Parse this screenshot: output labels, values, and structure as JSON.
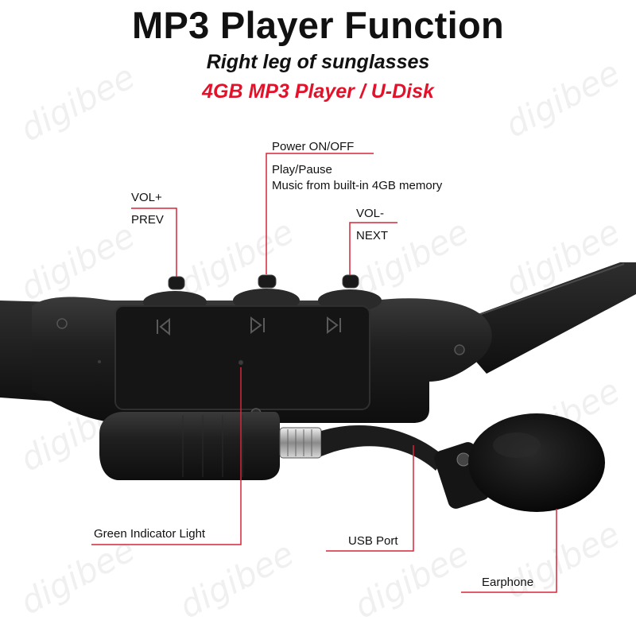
{
  "header": {
    "title": "MP3 Player Function",
    "subtitle": "Right leg of sunglasses",
    "feature": "4GB MP3 Player / U-Disk"
  },
  "labels": {
    "power": "Power ON/OFF",
    "play_pause": "Play/Pause",
    "music_memory": "Music from built-in 4GB memory",
    "vol_plus": "VOL+",
    "prev": "PREV",
    "vol_minus": "VOL-",
    "next": "NEXT",
    "green_light": "Green Indicator Light",
    "usb_port": "USB Port",
    "earphone": "Earphone"
  },
  "watermark": "digibee",
  "colors": {
    "accent": "#e3122a",
    "leader_line": "#d7263a",
    "device_body": "#1c1c1c"
  }
}
